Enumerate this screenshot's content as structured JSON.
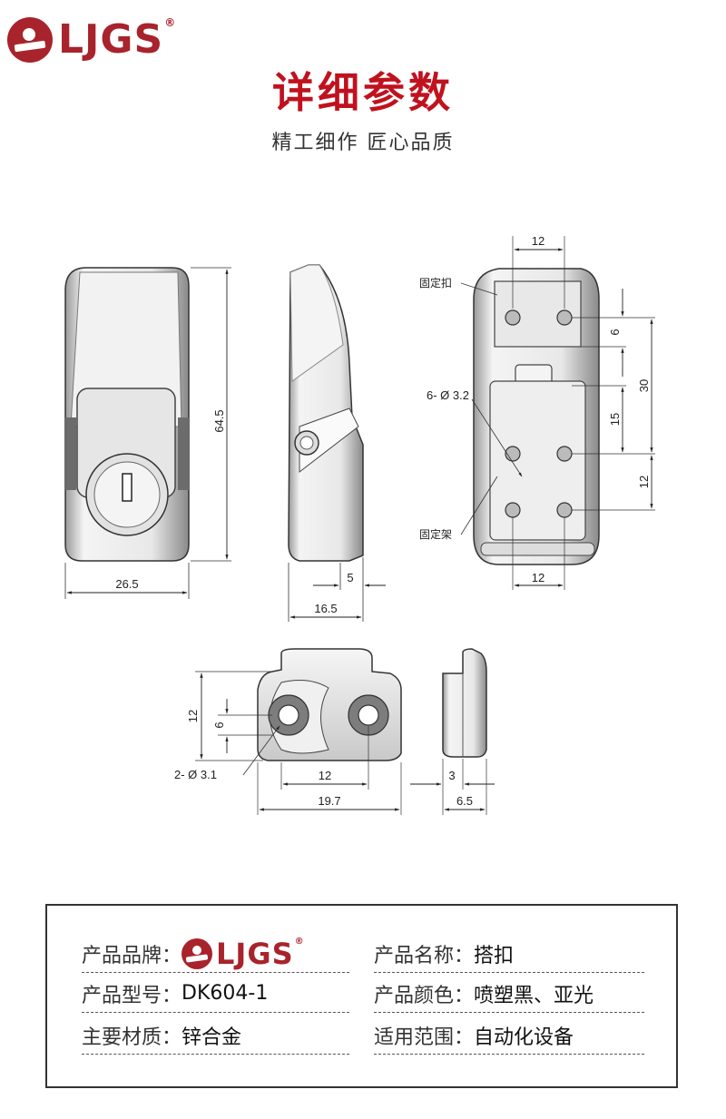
{
  "brand": {
    "name": "LJGS",
    "reg": "®",
    "color": "#a8232b"
  },
  "header": {
    "title": "详细参数",
    "subtitle": "精工细作 匠心品质"
  },
  "drawing": {
    "front_height": "64.5",
    "front_width": "26.5",
    "side_width": "16.5",
    "side_base": "5",
    "back_top_width": "12",
    "back_bottom_width": "12",
    "back_dim_6": "6",
    "back_dim_30": "30",
    "back_dim_15": "15",
    "back_dim_12": "12",
    "label_fixed_buckle": "固定扣",
    "label_fixed_frame": "固定架",
    "label_hole": "6- Ø 3.2",
    "keeper_height": "12",
    "keeper_hole_offset": "6",
    "keeper_hole": "2- Ø 3.1",
    "keeper_hole_spacing": "12",
    "keeper_width": "19.7",
    "keeper_side_top": "3",
    "keeper_side_width": "6.5"
  },
  "spec": {
    "brand_label": "产品品牌：",
    "name_label": "产品名称：",
    "name_value": "搭扣",
    "model_label": "产品型号：",
    "model_value": "DK604-1",
    "color_label": "产品颜色：",
    "color_value": "喷塑黑、亚光",
    "material_label": "主要材质：",
    "material_value": "锌合金",
    "scope_label": "适用范围：",
    "scope_value": "自动化设备"
  }
}
